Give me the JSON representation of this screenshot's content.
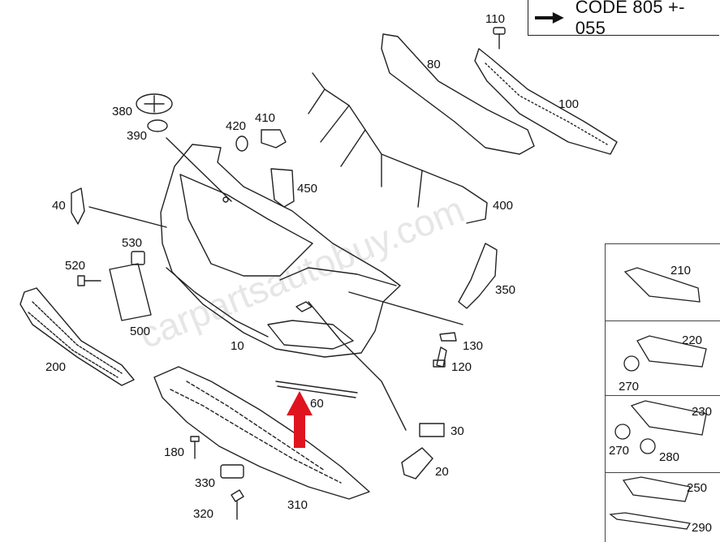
{
  "header": {
    "code_text": "CODE 805 +- 055"
  },
  "watermark": "carpartsautobuy.com",
  "parts": [
    {
      "label": "10"
    },
    {
      "label": "20"
    },
    {
      "label": "30"
    },
    {
      "label": "40"
    },
    {
      "label": "60"
    },
    {
      "label": "80"
    },
    {
      "label": "100"
    },
    {
      "label": "110"
    },
    {
      "label": "120"
    },
    {
      "label": "130"
    },
    {
      "label": "180"
    },
    {
      "label": "200"
    },
    {
      "label": "210"
    },
    {
      "label": "220"
    },
    {
      "label": "230"
    },
    {
      "label": "250"
    },
    {
      "label": "270"
    },
    {
      "label": "270"
    },
    {
      "label": "280"
    },
    {
      "label": "290"
    },
    {
      "label": "310"
    },
    {
      "label": "320"
    },
    {
      "label": "330"
    },
    {
      "label": "350"
    },
    {
      "label": "380"
    },
    {
      "label": "390"
    },
    {
      "label": "400"
    },
    {
      "label": "410"
    },
    {
      "label": "420"
    },
    {
      "label": "450"
    },
    {
      "label": "500"
    },
    {
      "label": "520"
    },
    {
      "label": "530"
    }
  ],
  "colors": {
    "highlight_arrow": "#e0141e",
    "line": "#222222"
  }
}
